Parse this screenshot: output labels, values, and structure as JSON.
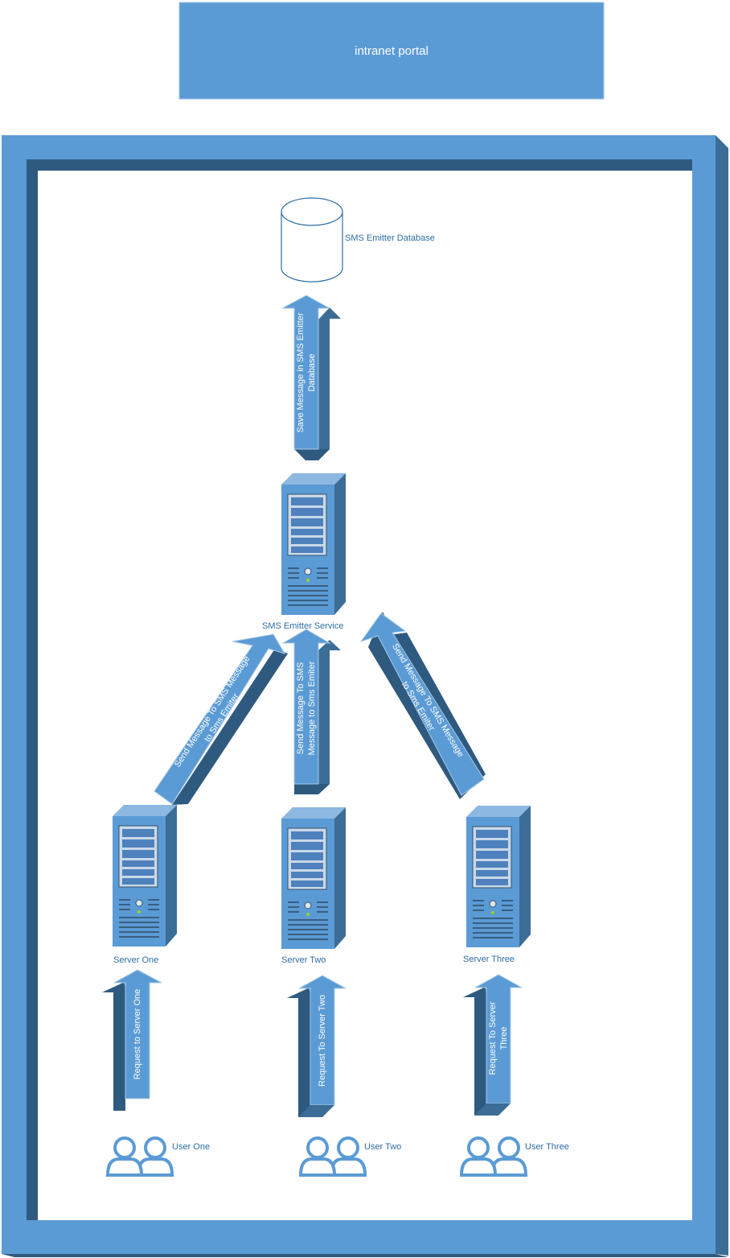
{
  "portal": {
    "label": "intranet portal"
  },
  "database": {
    "label": "SMS Emitter Database"
  },
  "emitter_service": {
    "label": "SMS Emitter Service"
  },
  "servers": [
    {
      "label": "Server One"
    },
    {
      "label": "Server Two"
    },
    {
      "label": "Server Three"
    }
  ],
  "users": [
    {
      "label": "User One"
    },
    {
      "label": "User Two"
    },
    {
      "label": "User Three"
    }
  ],
  "arrows": {
    "save_to_db": "Save Message in SMS Emitter Database",
    "server_one_to_emitter": "Send Message To SMS Message to Sms Emiter",
    "server_two_to_emitter": "Send Message To SMS Message to Sms Emiter",
    "server_three_to_emitter": "Send Message To SMS Message to Sms Emiter",
    "user_one_request": "Request to Server One",
    "user_two_request": "Request To Server Two",
    "user_three_request": "Request To Server Three"
  },
  "colors": {
    "primary": "#5b9bd5",
    "dark": "#3c6d96",
    "darker": "#2f5a80",
    "label_text": "#2e6da4"
  }
}
